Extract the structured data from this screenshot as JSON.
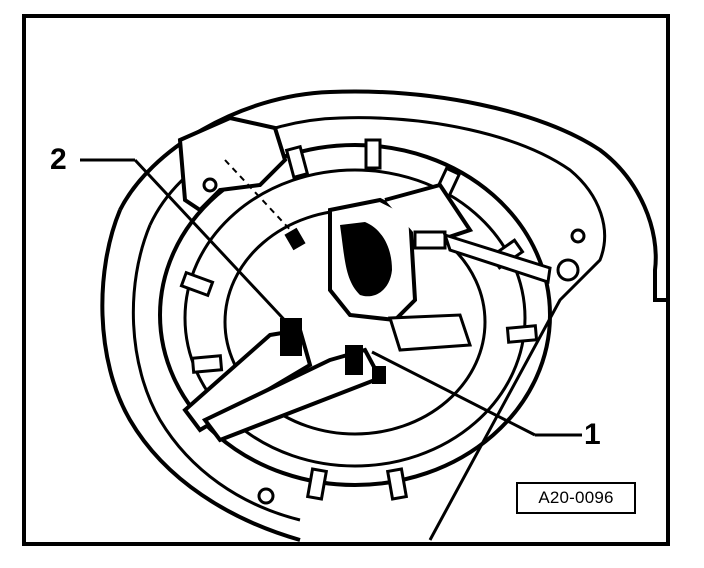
{
  "callouts": {
    "one": "1",
    "two": "2"
  },
  "figure_id": "A20-0096"
}
